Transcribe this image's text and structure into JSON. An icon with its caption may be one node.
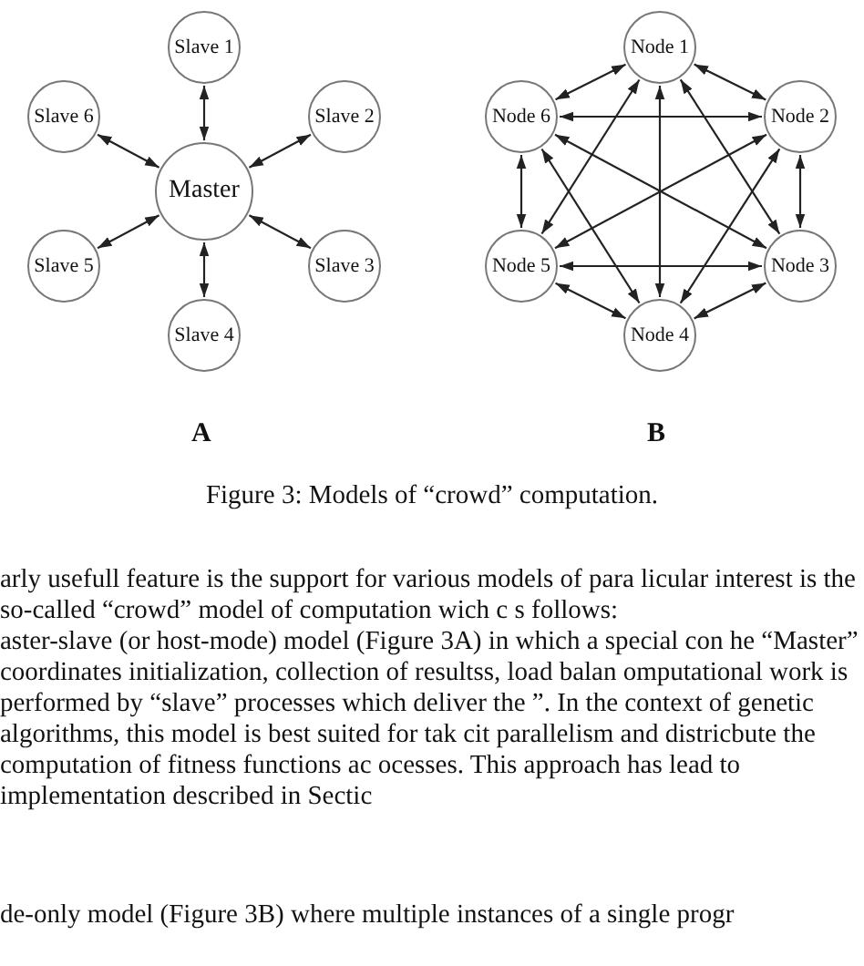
{
  "diagram": {
    "caption": "Figure 3: Models of “crowd” computation.",
    "nodes": [
      {
        "text": [
          "Slave 1"
        ]
      },
      {
        "text": [
          "Slave 6"
        ]
      },
      {
        "text": [
          "Slave 2"
        ]
      },
      {
        "text": [
          "Master"
        ]
      },
      {
        "text": [
          "Slave 5"
        ]
      },
      {
        "text": [
          "Slave 3"
        ]
      },
      {
        "text": [
          "Slave 4"
        ]
      },
      {
        "text": [
          "Node 1"
        ]
      },
      {
        "text": [
          "Node 6"
        ]
      },
      {
        "text": [
          "Node 2"
        ]
      },
      {
        "text": [
          "Node 5"
        ]
      },
      {
        "text": [
          "Node 3"
        ]
      },
      {
        "text": [
          "Node 4"
        ]
      }
    ],
    "edges": [
      {
        "from": 3,
        "to": 0,
        "arrow": "both"
      },
      {
        "from": 3,
        "to": 2,
        "arrow": "both"
      },
      {
        "from": 3,
        "to": 5,
        "arrow": "both"
      },
      {
        "from": 3,
        "to": 6,
        "arrow": "both"
      },
      {
        "from": 3,
        "to": 4,
        "arrow": "both"
      },
      {
        "from": 3,
        "to": 1,
        "arrow": "both"
      },
      {
        "from": 7,
        "to": 9,
        "arrow": "both"
      },
      {
        "from": 7,
        "to": 11,
        "arrow": "both"
      },
      {
        "from": 7,
        "to": 12,
        "arrow": "both"
      },
      {
        "from": 7,
        "to": 10,
        "arrow": "both"
      },
      {
        "from": 7,
        "to": 8,
        "arrow": "both"
      },
      {
        "from": 8,
        "to": 9,
        "arrow": "both"
      },
      {
        "from": 8,
        "to": 11,
        "arrow": "both"
      },
      {
        "from": 8,
        "to": 12,
        "arrow": "both"
      },
      {
        "from": 8,
        "to": 10,
        "arrow": "both"
      },
      {
        "from": 9,
        "to": 11,
        "arrow": "both"
      },
      {
        "from": 9,
        "to": 10,
        "arrow": "both"
      },
      {
        "from": 9,
        "to": 12,
        "arrow": "both"
      },
      {
        "from": 10,
        "to": 11,
        "arrow": "both"
      },
      {
        "from": 10,
        "to": 12,
        "arrow": "both"
      },
      {
        "from": 11,
        "to": 12,
        "arrow": "both"
      }
    ],
    "labels": [
      "A",
      "B",
      "arly usefull feature is the support for various models of para licular interest is the so-called “crowd” model of computation wich c s follows:",
      "aster-slave (or host-mode) model (Figure 3A) in which a special con he “Master” coordinates initialization, collection of resultss, load balan omputational work is performed by “slave” processes which deliver the ”. In the context of genetic algorithms, this model is best suited for tak cit parallelism and districbute the computation of fitness functions ac ocesses. This approach has lead to implementation described in Sectic",
      "de-only model (Figure 3B) where multiple instances of a single progr"
    ]
  }
}
